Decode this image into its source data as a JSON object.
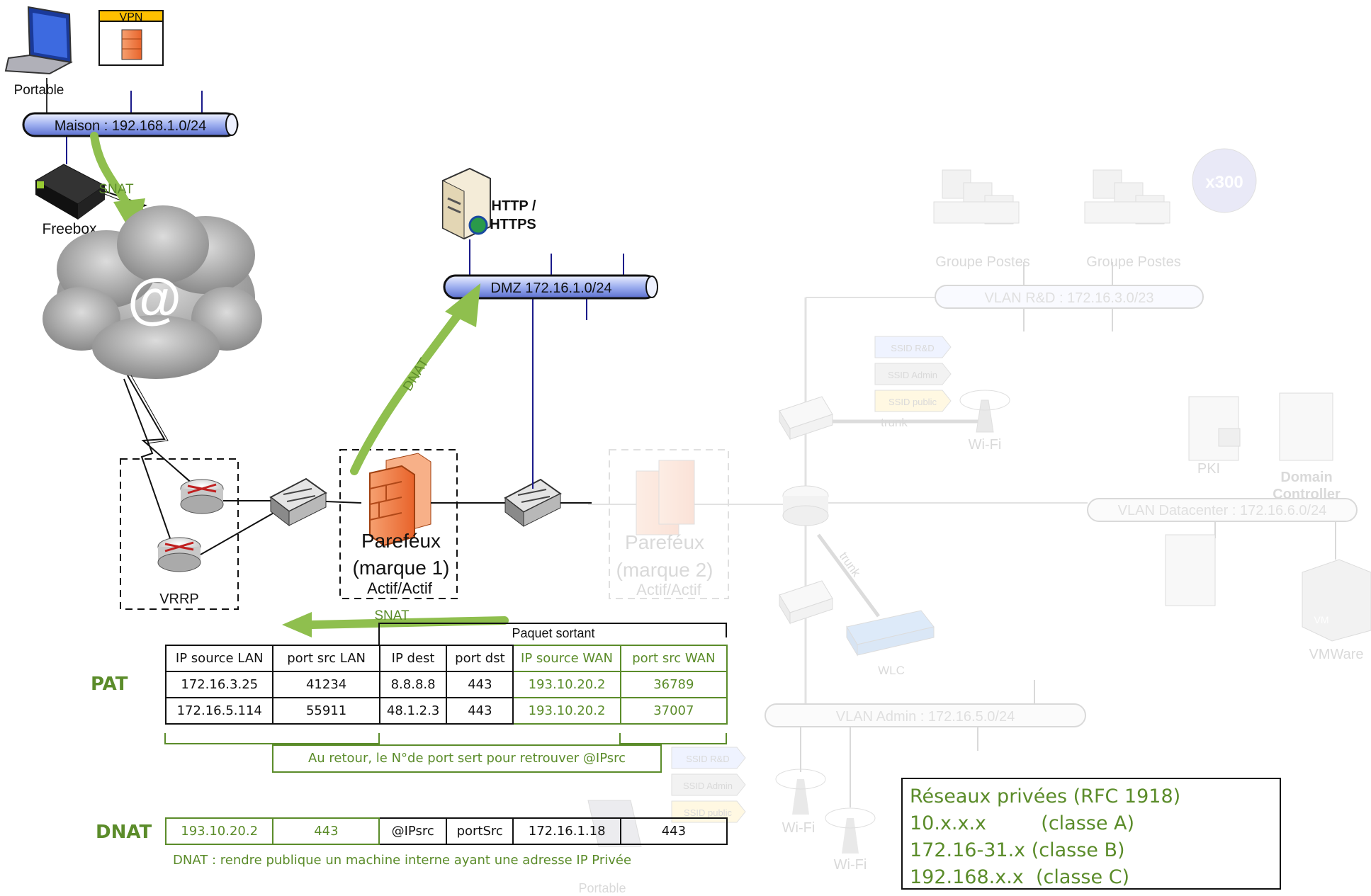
{
  "home": {
    "laptop_label": "Portable",
    "vpn_label": "VPN",
    "network_label": "Maison : 192.168.1.0/24",
    "box_label": "Freebox",
    "snat_label": "SNAT"
  },
  "internet": {
    "symbol": "@"
  },
  "edge": {
    "vrrp_label": "VRRP"
  },
  "firewall1": {
    "line1": "Pareféux",
    "line2": "(marque 1)",
    "line3": "Actif/Actif"
  },
  "firewall2": {
    "line1": "Pareféux",
    "line2": "(marque 2)",
    "line3": "Actif/Actif"
  },
  "dmz": {
    "server_label_1": "HTTP /",
    "server_label_2": "HTTPS",
    "network_label": "DMZ 172.16.1.0/24",
    "dnat_arrow_label": "DNAT"
  },
  "campus": {
    "group1_label": "Groupe Postes",
    "group2_label": "Groupe Postes",
    "count_badge": "x300",
    "vlan_rd_label": "VLAN R&D : 172.16.3.0/23",
    "ssid_rd": "SSID R&D",
    "ssid_admin": "SSID Admin",
    "ssid_public": "SSID public",
    "trunk_label_1": "trunk",
    "trunk_label_2": "trunk",
    "wifi_label_1": "Wi-Fi",
    "wifi_label_2": "Wi-Fi",
    "wifi_label_3": "Wi-Fi",
    "pki_label": "PKI",
    "dc_label_1": "Domain",
    "dc_label_2": "Controller",
    "vlan_dc_label": "VLAN Datacenter : 172.16.6.0/24",
    "vm_label": "VM",
    "vmware_label": "VMWare",
    "wlc_label": "WLC",
    "vlan_admin_label": "VLAN Admin : 172.16.5.0/24",
    "portable_label": "Portable"
  },
  "pat": {
    "title": "PAT",
    "snat_label": "SNAT",
    "outgoing_label": "Paquet sortant",
    "headers": [
      "IP source LAN",
      "port src LAN",
      "IP dest",
      "port dst",
      "IP source WAN",
      "port src WAN"
    ],
    "rows": [
      [
        "172.16.3.25",
        "41234",
        "8.8.8.8",
        "443",
        "193.10.20.2",
        "36789"
      ],
      [
        "172.16.5.114",
        "55911",
        "48.1.2.3",
        "443",
        "193.10.20.2",
        "37007"
      ]
    ],
    "return_note": "Au retour, le N°de port sert pour retrouver @IPsrc"
  },
  "dnat": {
    "title": "DNAT",
    "row": [
      "193.10.20.2",
      "443",
      "@IPsrc",
      "portSrc",
      "172.16.1.18",
      "443"
    ],
    "note": "DNAT : rendre publique un machine interne ayant une adresse IP Privée"
  },
  "legend": {
    "title": "Réseaux privées (RFC 1918)",
    "line_a": "10.x.x.x         (classe A)",
    "line_b": "172.16-31.x (classe B)",
    "line_c": "192.168.x.x  (classe C)"
  },
  "colors": {
    "green": "#5b8c2a",
    "arrow_green": "#8fbf4e",
    "pipe_blue": "#b8c6f4",
    "firewall_orange": "#f07c3c"
  }
}
